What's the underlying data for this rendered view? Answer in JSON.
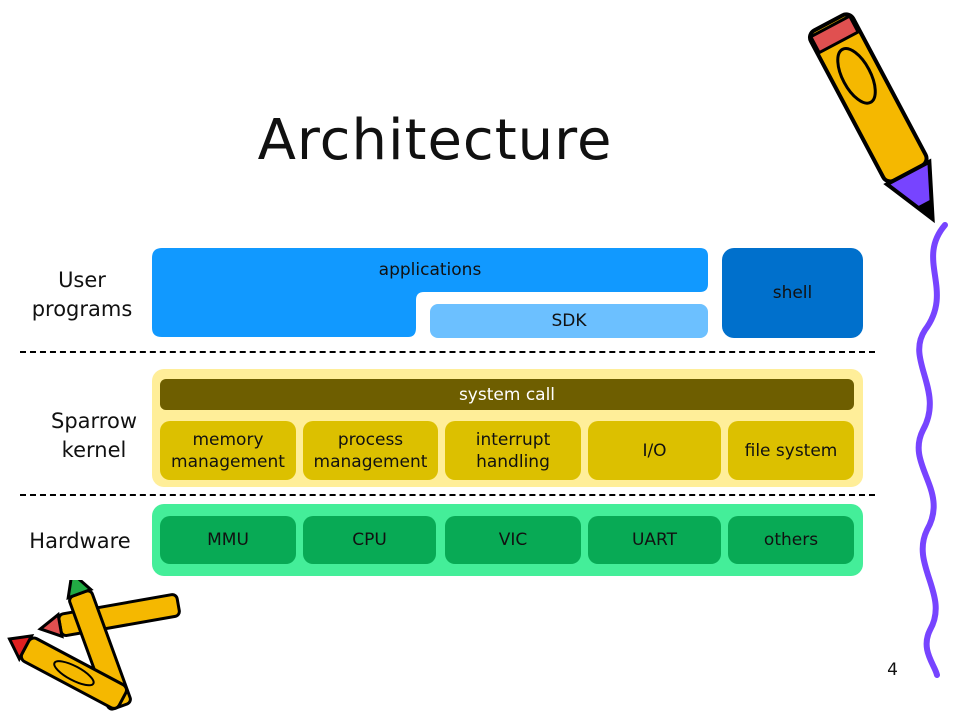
{
  "slide": {
    "title": "Architecture",
    "page_number": "4"
  },
  "rows": {
    "user": {
      "label_line1": "User",
      "label_line2": "programs"
    },
    "kernel": {
      "label_line1": "Sparrow",
      "label_line2": "kernel"
    },
    "hardware": {
      "label": "Hardware"
    }
  },
  "user_programs": {
    "applications": "applications",
    "sdk": "SDK",
    "shell": "shell"
  },
  "kernel": {
    "system_call": "system call",
    "modules": [
      {
        "line1": "memory",
        "line2": "management"
      },
      {
        "line1": "process",
        "line2": "management"
      },
      {
        "line1": "interrupt",
        "line2": "handling"
      },
      {
        "line1": "I/O",
        "line2": ""
      },
      {
        "line1": "file system",
        "line2": ""
      }
    ]
  },
  "hardware": {
    "modules": [
      "MMU",
      "CPU",
      "VIC",
      "UART",
      "others"
    ]
  },
  "colors": {
    "applications": "#1199ff",
    "sdk": "#6cc0ff",
    "shell": "#0070cc",
    "kernel_panel": "#ffee99",
    "system_call": "#6e5e00",
    "kernel_module": "#dcc000",
    "hardware_panel": "#44ee99",
    "hardware_module": "#08aa55"
  }
}
